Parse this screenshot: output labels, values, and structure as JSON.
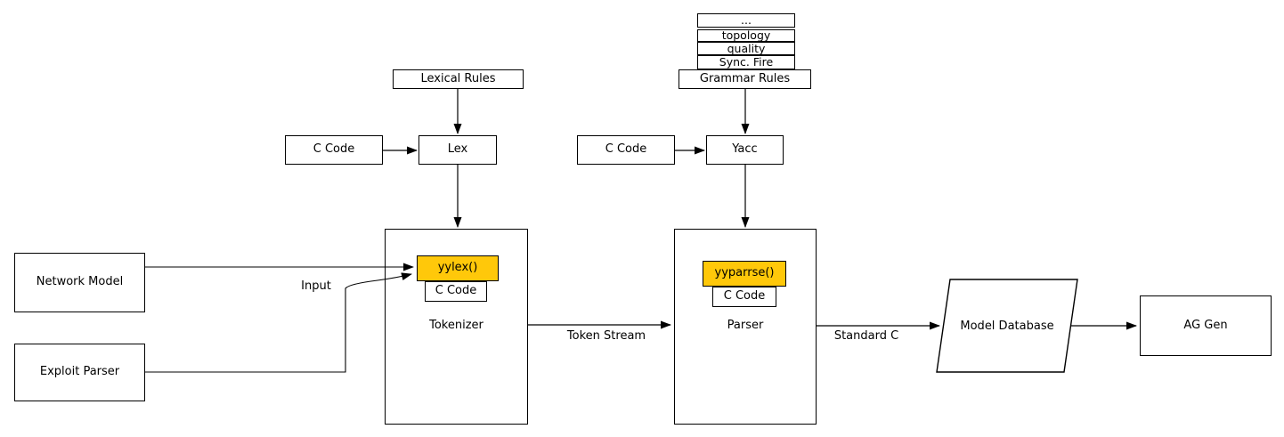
{
  "colors": {
    "highlight": "#FFC80A",
    "line": "#000000",
    "background": "#FFFFFF"
  },
  "stack": {
    "rows": [
      "...",
      "topology",
      "quality",
      "Sync. Fire"
    ]
  },
  "nodes": {
    "grammar_rules": "Grammar Rules",
    "lexical_rules": "Lexical Rules",
    "c_code_lex": "C Code",
    "lex": "Lex",
    "c_code_yacc": "C Code",
    "yacc": "Yacc",
    "network_model": "Network Model",
    "exploit_parser": "Exploit Parser",
    "tokenizer": "Tokenizer",
    "yylex": "yylex()",
    "tokenizer_c_code": "C Code",
    "parser": "Parser",
    "yyparse": "yyparrse()",
    "parser_c_code": "C Code",
    "model_database": "Model Database",
    "ag_gen": "AG Gen"
  },
  "edges": {
    "input": "Input",
    "token_stream": "Token Stream",
    "standard_c": "Standard C"
  }
}
